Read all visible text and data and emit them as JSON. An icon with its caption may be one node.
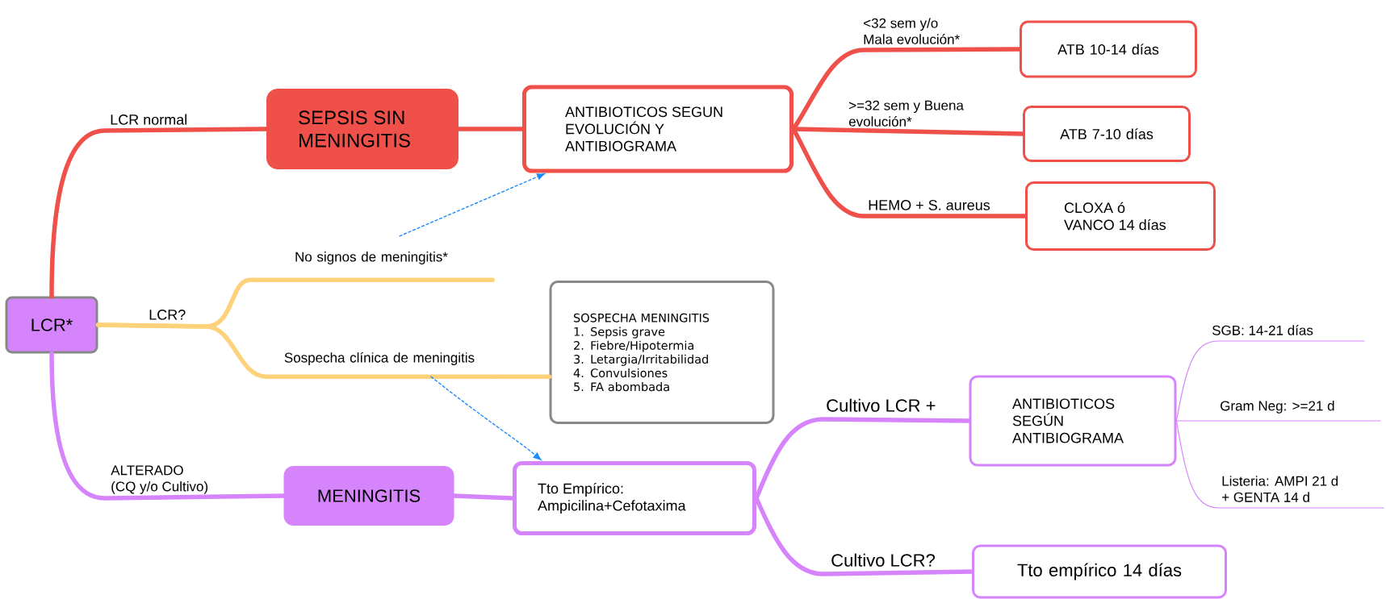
{
  "diagram": {
    "nodes": [
      {
        "text": [
          "LCR*"
        ]
      },
      {
        "text": [
          "SEPSIS SIN MENINGITIS"
        ]
      },
      {
        "text": [
          "ANTIBIOTICOS SEGUN EVOLUCIÓN Y ANTIBIOGRAMA"
        ]
      },
      {
        "text": [
          "ATB 10-14 días"
        ]
      },
      {
        "text": [
          "ATB 7-10 días"
        ]
      },
      {
        "text": [
          "CLOXA ó VANCO 14 días"
        ]
      },
      {
        "text": [
          "No signos de meningitis*"
        ]
      },
      {
        "text": [
          "Sospecha clínica de meningitis"
        ]
      },
      {
        "text": [
          "SOSPECHA MENINGITIS",
          "1. Sepsis grave",
          "2. Fiebre/Hipotermia",
          "3. Letargia/Irritabilidad",
          "4. Convulsiones",
          "5. FA abombada"
        ]
      },
      {
        "text": [
          "MENINGITIS"
        ]
      },
      {
        "text": [
          "Tto Empírico: Ampicilina+Cefotaxima"
        ]
      },
      {
        "text": [
          "ANTIBIOTICOS SEGÚN ANTIBIOGRAMA"
        ]
      },
      {
        "text": [
          "Tto empírico 14 días"
        ]
      }
    ],
    "edges": [
      {
        "from": 0,
        "to": 1,
        "arrow": "none",
        "label": "LCR normal",
        "color": "#ef5049"
      },
      {
        "from": 1,
        "to": 2,
        "arrow": "none",
        "color": "#ef5049"
      },
      {
        "from": 2,
        "to": 3,
        "arrow": "none",
        "label": "<32 sem y/o Mala evolución*",
        "color": "#ef5049"
      },
      {
        "from": 2,
        "to": 4,
        "arrow": "none",
        "label": ">=32 sem y Buena evolución*",
        "color": "#ef5049"
      },
      {
        "from": 2,
        "to": 5,
        "arrow": "none",
        "label": "HEMO + S. aureus",
        "color": "#ef5049"
      },
      {
        "from": 0,
        "to": 6,
        "arrow": "none",
        "label": "LCR?",
        "color": "#fdd27a"
      },
      {
        "from": 0,
        "to": 7,
        "arrow": "none",
        "color": "#fdd27a"
      },
      {
        "from": 7,
        "to": 8,
        "arrow": "none",
        "color": "#fdd27a"
      },
      {
        "from": 6,
        "to": 2,
        "arrow": "to",
        "style": "dashed",
        "color": "#1a8cff"
      },
      {
        "from": 7,
        "to": 10,
        "arrow": "to",
        "style": "dashed",
        "color": "#1a8cff"
      },
      {
        "from": 0,
        "to": 9,
        "arrow": "none",
        "label": "ALTERADO (CQ y/o Cultivo)"
      },
      {
        "from": 9,
        "to": 10,
        "arrow": "none"
      },
      {
        "from": 10,
        "to": 11,
        "arrow": "none",
        "label": "Cultivo LCR +"
      },
      {
        "from": 10,
        "to": 12,
        "arrow": "none",
        "label": "Cultivo LCR?"
      },
      {
        "from": 11,
        "to": null,
        "arrow": "none",
        "label": "SGB: 14-21 días"
      },
      {
        "from": 11,
        "to": null,
        "arrow": "none",
        "label": "Gram Neg: >=21 d"
      },
      {
        "from": 11,
        "to": null,
        "arrow": "none",
        "label": "Listeria: AMPI 21 d + GENTA 14 d"
      }
    ]
  }
}
